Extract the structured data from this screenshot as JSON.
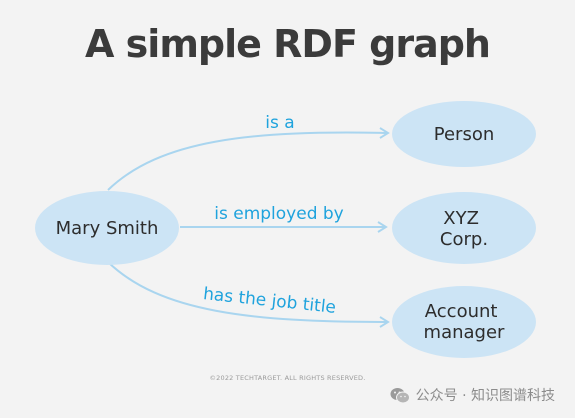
{
  "title": "A simple RDF graph",
  "nodes": {
    "subject": "Mary Smith",
    "person": "Person",
    "company": [
      "XYZ",
      "Corp."
    ],
    "job": [
      "Account",
      "manager"
    ]
  },
  "edges": {
    "is_a": "is a",
    "employed": "is employed by",
    "job_title": "has the job title"
  },
  "copyright": "©2022 TECHTARGET. ALL RIGHTS RESERVED.",
  "watermark": "公众号 · 知识图谱科技",
  "colors": {
    "node_fill": "#cce4f5",
    "edge_stroke": "#a9d5ef",
    "edge_text": "#1fa3dd",
    "title": "#3b3b3b"
  }
}
